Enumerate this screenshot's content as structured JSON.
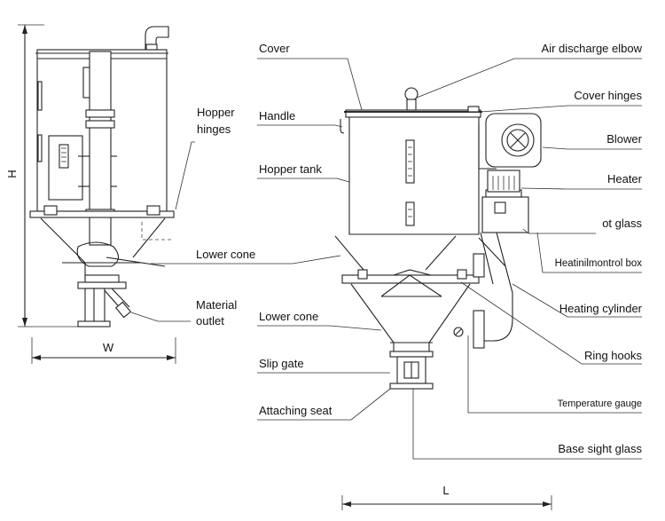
{
  "labels": {
    "cover": "Cover",
    "handle": "Handle",
    "hopper_tank": "Hopper tank",
    "lower_cone_top": "Lower cone",
    "lower_cone_mid": "Lower cone",
    "slip_gate": "Slip gate",
    "attaching_seat": "Attaching seat",
    "hopper_hinges_1": "Hopper",
    "hopper_hinges_2": "hinges",
    "material_outlet_1": "Material",
    "material_outlet_2": "outlet",
    "air_discharge_elbow": "Air discharge elbow",
    "cover_hinges": "Cover hinges",
    "blower": "Blower",
    "heater": "Heater",
    "sight_glass": "ot glass",
    "heating_control_box": "Heatinilmontrol box",
    "heating_cylinder": "Heating cylinder",
    "ring_hooks": "Ring hooks",
    "temperature_gauge": "Temperature gauge",
    "base_sight_glass": "Base sight glass"
  },
  "dimensions": {
    "height": "H",
    "width": "W",
    "length": "L"
  }
}
